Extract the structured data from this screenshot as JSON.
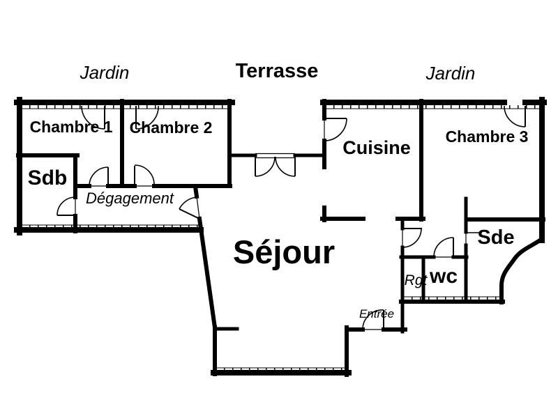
{
  "title": "",
  "colors": {
    "background": "#ffffff",
    "wall": "#000000",
    "text": "#000000"
  },
  "areas": [
    {
      "id": "jardin-left",
      "label": "Jardin",
      "category": "outdoor"
    },
    {
      "id": "terrasse",
      "label": "Terrasse",
      "category": "outdoor"
    },
    {
      "id": "jardin-right",
      "label": "Jardin",
      "category": "outdoor"
    },
    {
      "id": "chambre-1",
      "label": "Chambre 1",
      "category": "room"
    },
    {
      "id": "chambre-2",
      "label": "Chambre 2",
      "category": "room"
    },
    {
      "id": "cuisine",
      "label": "Cuisine",
      "category": "room"
    },
    {
      "id": "chambre-3",
      "label": "Chambre 3",
      "category": "room"
    },
    {
      "id": "sdb",
      "label": "Sdb",
      "category": "room"
    },
    {
      "id": "degagement",
      "label": "Dégagement",
      "category": "annotation"
    },
    {
      "id": "sejour",
      "label": "Séjour",
      "category": "room"
    },
    {
      "id": "sde",
      "label": "Sde",
      "category": "room"
    },
    {
      "id": "wc",
      "label": "wc",
      "category": "room"
    },
    {
      "id": "rgt",
      "label": "Rgt",
      "category": "annotation"
    },
    {
      "id": "entree",
      "label": "Entrée",
      "category": "annotation"
    }
  ]
}
